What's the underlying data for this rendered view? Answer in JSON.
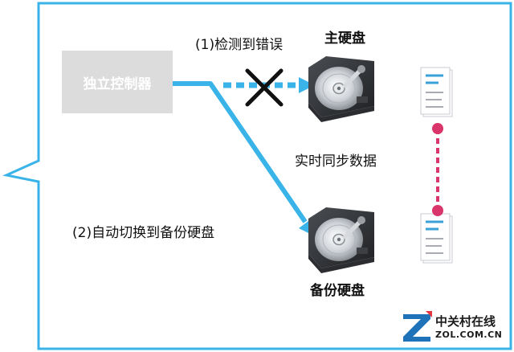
{
  "controller": {
    "label": "独立控制器"
  },
  "labels": {
    "detect_error": "(1)检测到错误",
    "primary_disk": "主硬盘",
    "realtime_sync": "实时同步数据",
    "auto_switch": "(2)自动切换到备份硬盘",
    "backup_disk": "备份硬盘"
  },
  "icons": {
    "primary_disk": "hard-disk-icon",
    "backup_disk": "hard-disk-icon",
    "primary_doc": "document-icon",
    "backup_doc": "document-icon",
    "error_mark": "cross-icon"
  },
  "watermark": {
    "name": "中关村在线",
    "domain": "ZOL.COM.CN"
  },
  "colors": {
    "frame": "#3ab4e8",
    "arrow": "#3ab4e8",
    "sync_line": "#d9356b",
    "controller_bg": "#dcdcdc",
    "document_lines": "#3aa0d8"
  }
}
